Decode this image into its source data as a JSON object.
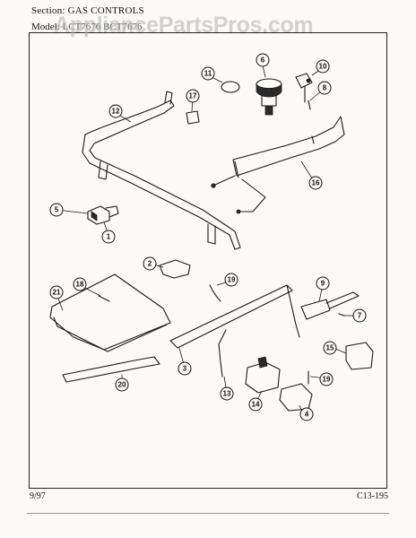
{
  "header": {
    "section_label": "Section:",
    "section_value": "GAS CONTROLS",
    "model_label": "Model:",
    "model_value": "LCT7676 BCT7676"
  },
  "watermark": "AppliancePartsPros.com",
  "footer": {
    "date": "9/97",
    "page_code": "C13-195"
  },
  "callouts": [
    "11",
    "6",
    "10",
    "17",
    "8",
    "12",
    "16",
    "5",
    "1",
    "2",
    "18",
    "21",
    "9",
    "7",
    "3",
    "15",
    "13",
    "14",
    "19",
    "20",
    "4"
  ]
}
